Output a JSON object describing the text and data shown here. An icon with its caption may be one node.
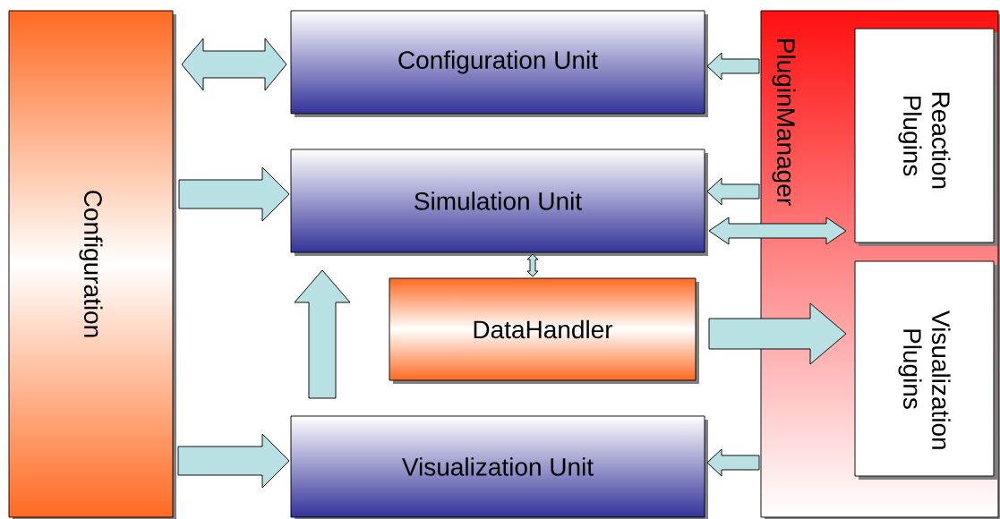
{
  "diagram": {
    "nodes": [
      {
        "text": [
          "Configuration"
        ]
      },
      {
        "text": [
          "Configuration Unit"
        ]
      },
      {
        "text": [
          "Simulation Unit"
        ]
      },
      {
        "text": [
          "DataHandler"
        ]
      },
      {
        "text": [
          "Visualization Unit"
        ]
      },
      {
        "text": [
          "PluginManager"
        ]
      },
      {
        "text": [
          "Reaction Plugins"
        ],
        "in": 5
      },
      {
        "text": [
          "Visualization Plugins"
        ],
        "in": 5
      }
    ],
    "edges": [
      {
        "from": 0,
        "to": 1,
        "arrow": "both"
      },
      {
        "from": 0,
        "to": 2,
        "arrow": "to"
      },
      {
        "from": 0,
        "to": 4,
        "arrow": "to"
      },
      {
        "from": 4,
        "to": 2,
        "arrow": "to"
      },
      {
        "from": 2,
        "to": 3,
        "arrow": "both"
      },
      {
        "from": 5,
        "to": 1,
        "arrow": "to"
      },
      {
        "from": 5,
        "to": 2,
        "arrow": "to"
      },
      {
        "from": 2,
        "to": 6,
        "arrow": "both"
      },
      {
        "from": 3,
        "to": 7,
        "arrow": "to"
      },
      {
        "from": 5,
        "to": 4,
        "arrow": "to"
      }
    ]
  }
}
